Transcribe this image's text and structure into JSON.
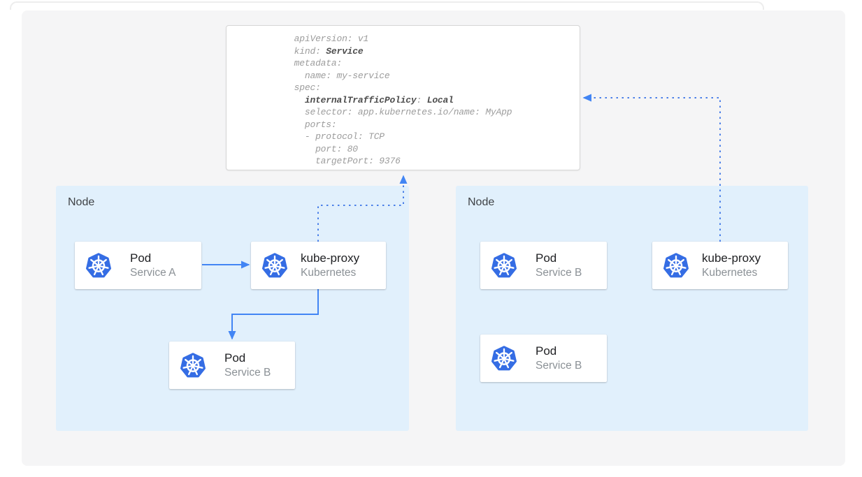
{
  "yaml_card": {
    "lines": [
      [
        {
          "t": "apiVersion: v1"
        }
      ],
      [
        {
          "t": "kind: "
        },
        {
          "t": "Service",
          "b": true
        }
      ],
      [
        {
          "t": "metadata:"
        }
      ],
      [
        {
          "t": "  name: my-service"
        }
      ],
      [
        {
          "t": "spec:"
        }
      ],
      [
        {
          "t": "  "
        },
        {
          "t": "internalTrafficPolicy",
          "b": true
        },
        {
          "t": ": "
        },
        {
          "t": "Local",
          "b": true
        }
      ],
      [
        {
          "t": "  selector: app.kubernetes.io/name: MyApp"
        }
      ],
      [
        {
          "t": "  ports:"
        }
      ],
      [
        {
          "t": "  - protocol: TCP"
        }
      ],
      [
        {
          "t": "    port: 80"
        }
      ],
      [
        {
          "t": "    targetPort: 9376"
        }
      ]
    ]
  },
  "nodes": [
    {
      "label": "Node",
      "cards": [
        {
          "title": "Pod",
          "subtitle": "Service A"
        },
        {
          "title": "kube-proxy",
          "subtitle": "Kubernetes"
        },
        {
          "title": "Pod",
          "subtitle": "Service B"
        }
      ]
    },
    {
      "label": "Node",
      "cards": [
        {
          "title": "Pod",
          "subtitle": "Service B"
        },
        {
          "title": "kube-proxy",
          "subtitle": "Kubernetes"
        },
        {
          "title": "Pod",
          "subtitle": "Service B"
        }
      ]
    }
  ],
  "colors": {
    "arrow_blue": "#4285f4",
    "dotted_blue": "#4a7fe8",
    "node_bg": "#e1f0fc",
    "panel_bg": "#f5f5f6",
    "kubernetes_blue": "#356de4",
    "code_regular": "#9c9c9c",
    "code_bold": "#4e4e4e"
  }
}
